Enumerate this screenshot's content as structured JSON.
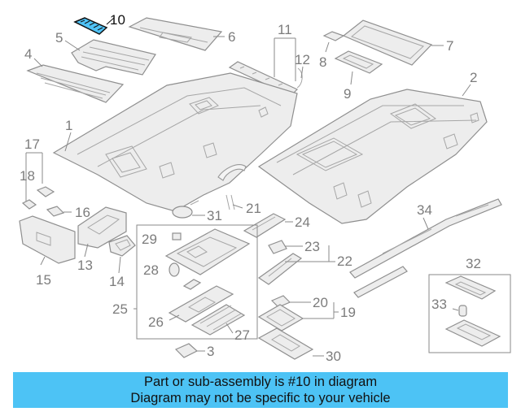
{
  "diagram": {
    "highlighted_part": "10",
    "callouts": [
      "1",
      "2",
      "3",
      "4",
      "5",
      "6",
      "7",
      "8",
      "9",
      "10",
      "11",
      "12",
      "13",
      "14",
      "15",
      "16",
      "17",
      "18",
      "19",
      "20",
      "21",
      "22",
      "23",
      "24",
      "25",
      "26",
      "27",
      "28",
      "29",
      "30",
      "31",
      "32",
      "33",
      "34"
    ]
  },
  "banner": {
    "line1": "Part or sub-assembly is #10 in diagram",
    "line2": "Diagram may not be specific to your vehicle"
  },
  "colors": {
    "highlight": "#4fc3f7",
    "banner": "#4dc3f5",
    "lines": "#8f8f8f"
  }
}
